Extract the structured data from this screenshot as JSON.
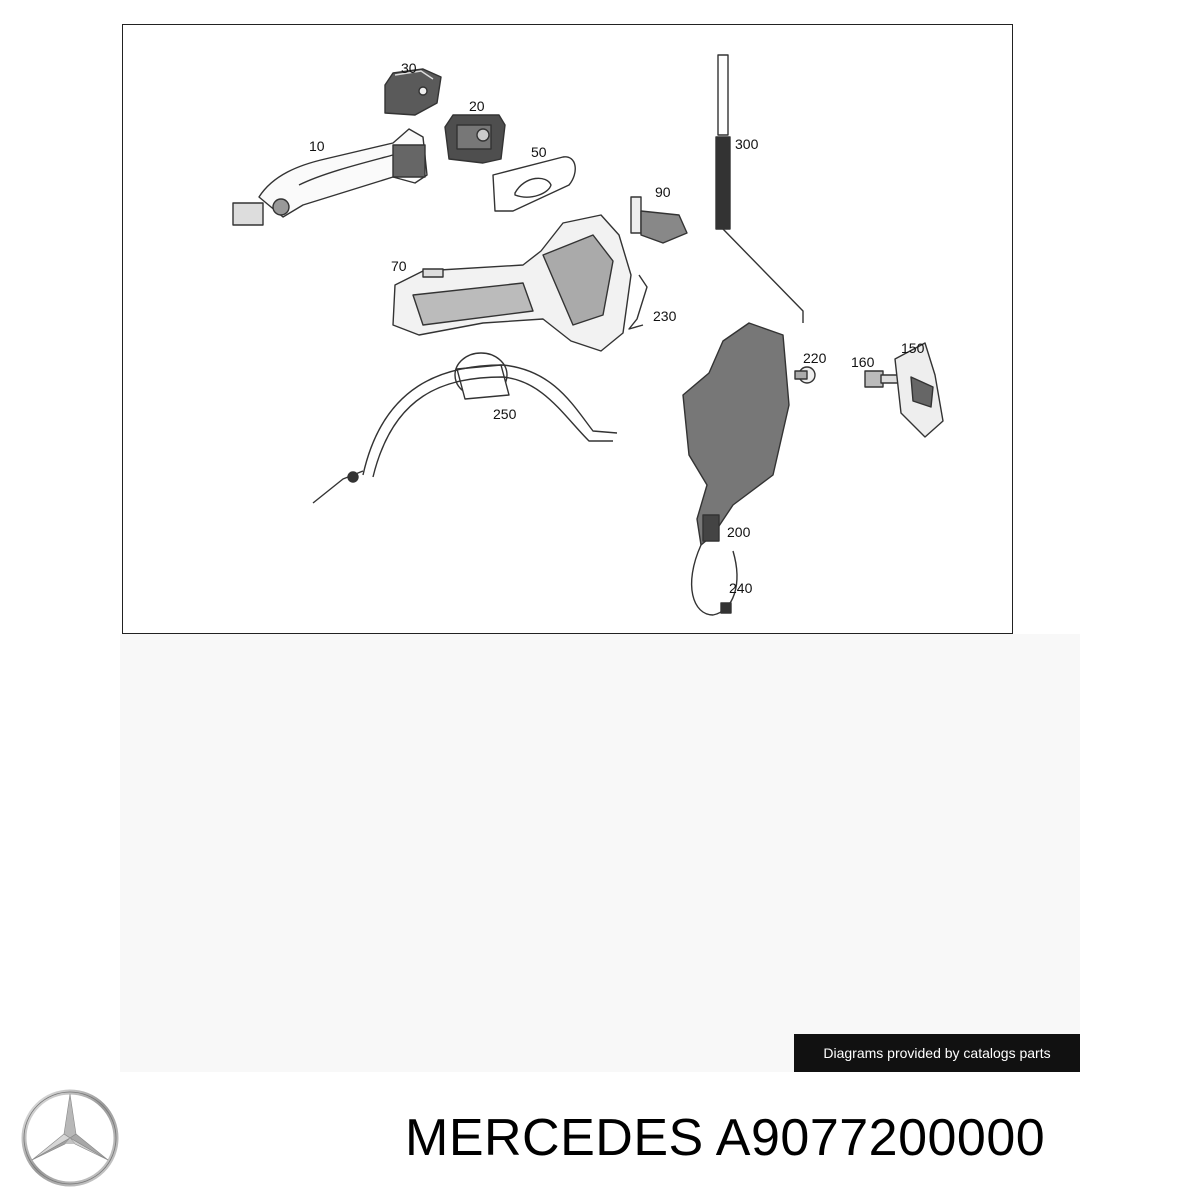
{
  "diagram": {
    "callouts": [
      "30",
      "20",
      "10",
      "50",
      "300",
      "90",
      "70",
      "230",
      "220",
      "160",
      "150",
      "250",
      "200",
      "240"
    ],
    "parts": [
      "handle",
      "handle-cap",
      "lock-cylinder",
      "gasket",
      "rod",
      "microswitch",
      "handle-carrier",
      "clip",
      "screw",
      "striker-bolt",
      "striker",
      "cable",
      "door-lock",
      "fastener"
    ]
  },
  "credit": {
    "text": "Diagrams provided by catalogs parts"
  },
  "brand": {
    "logo_icon": "mercedes-star-icon"
  },
  "title": {
    "brand": "MERCEDES",
    "part_number": "A9077200000"
  }
}
